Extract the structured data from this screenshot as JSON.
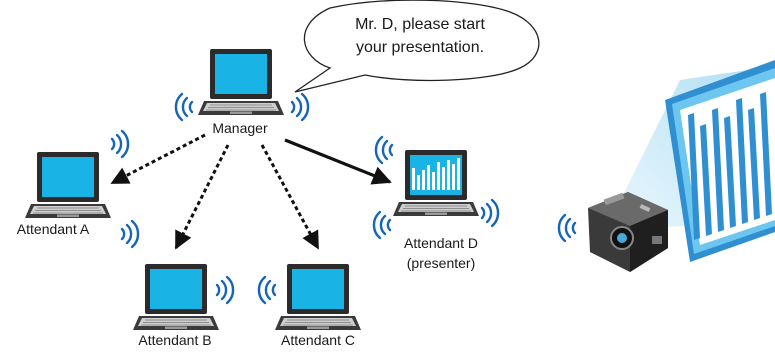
{
  "speech_bubble": {
    "line1": "Mr. D, please start",
    "line2": "your presentation."
  },
  "nodes": {
    "manager": "Manager",
    "attendant_a": "Attendant A",
    "attendant_b": "Attendant B",
    "attendant_c": "Attendant C",
    "attendant_d": "Attendant D",
    "attendant_d_role": "(presenter)"
  },
  "icons": [
    "laptop-icon",
    "wireless-signal-icon",
    "projector-icon",
    "projection-screen-icon",
    "speech-bubble-icon"
  ],
  "colors": {
    "screen": "#1ab3e6",
    "laptop_body": "#2b2b2b",
    "wave": "#1565b8",
    "projection_beam": "#bfe6f7",
    "projection_screen": "#3aa6e0"
  }
}
